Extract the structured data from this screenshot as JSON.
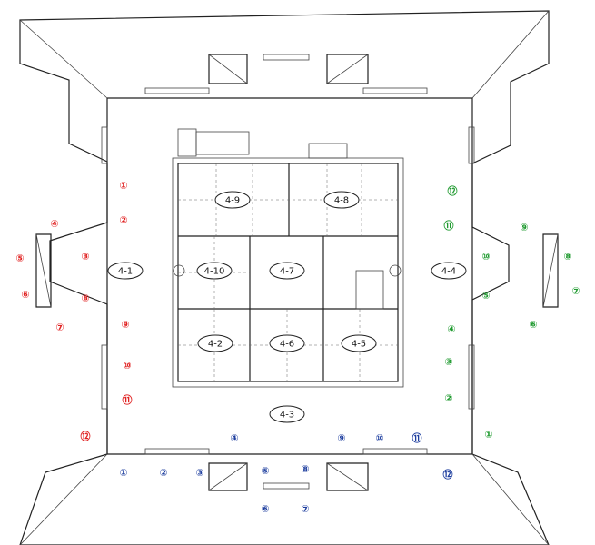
{
  "colors": {
    "red": "#e02020",
    "green": "#1f9a2f",
    "blue": "#1f3f9f",
    "line": "#222222"
  },
  "rooms": [
    "4-1",
    "4-2",
    "4-3",
    "4-4",
    "4-5",
    "4-6",
    "4-7",
    "4-8",
    "4-9",
    "4-10"
  ],
  "markers": {
    "red": [
      "①",
      "②",
      "③",
      "④",
      "⑤",
      "⑥",
      "⑦",
      "⑧",
      "⑨",
      "⑩",
      "⑪",
      "⑫"
    ],
    "green": [
      "①",
      "②",
      "③",
      "④",
      "⑤",
      "⑥",
      "⑦",
      "⑧",
      "⑨",
      "⑩",
      "⑪",
      "⑫"
    ],
    "blue": [
      "①",
      "②",
      "③",
      "④",
      "⑤",
      "⑥",
      "⑦",
      "⑧",
      "⑨",
      "⑩",
      "⑪",
      "⑫"
    ]
  }
}
